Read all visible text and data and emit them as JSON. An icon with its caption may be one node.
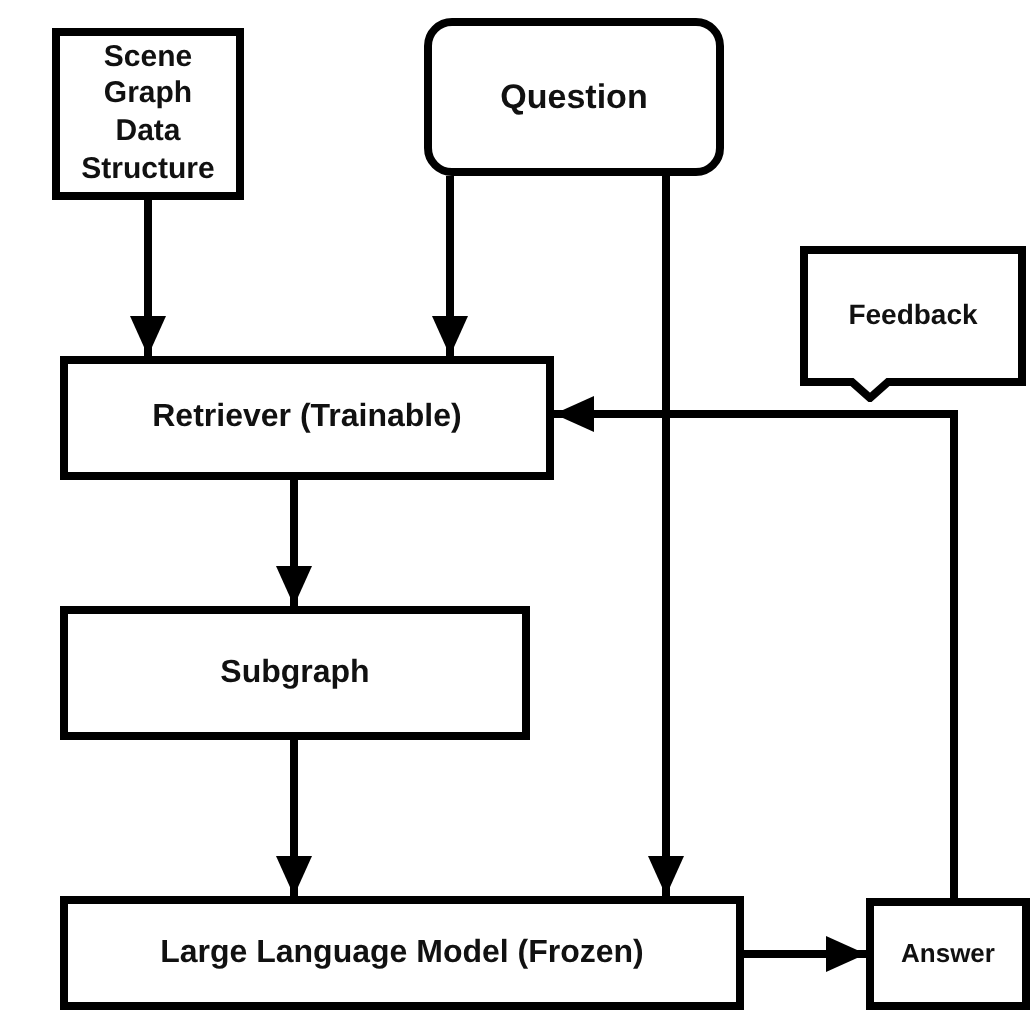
{
  "diagram": {
    "nodes": [
      {
        "text": [
          "Scene Graph Data Structure"
        ]
      },
      {
        "text": [
          "Question"
        ]
      },
      {
        "text": [
          "Feedback"
        ]
      },
      {
        "text": [
          "Retriever (Trainable)"
        ]
      },
      {
        "text": [
          "Subgraph"
        ]
      },
      {
        "text": [
          "Large Language Model (Frozen)"
        ]
      },
      {
        "text": [
          "Answer"
        ]
      }
    ],
    "edges": [
      {
        "from": 0,
        "to": 3,
        "arrow": "to"
      },
      {
        "from": 1,
        "to": 3,
        "arrow": "to"
      },
      {
        "from": 1,
        "to": 5,
        "arrow": "to"
      },
      {
        "from": 3,
        "to": 4,
        "arrow": "to"
      },
      {
        "from": 4,
        "to": 5,
        "arrow": "to"
      },
      {
        "from": 5,
        "to": 6,
        "arrow": "to"
      },
      {
        "from": 6,
        "to": 3,
        "arrow": "to"
      }
    ]
  }
}
